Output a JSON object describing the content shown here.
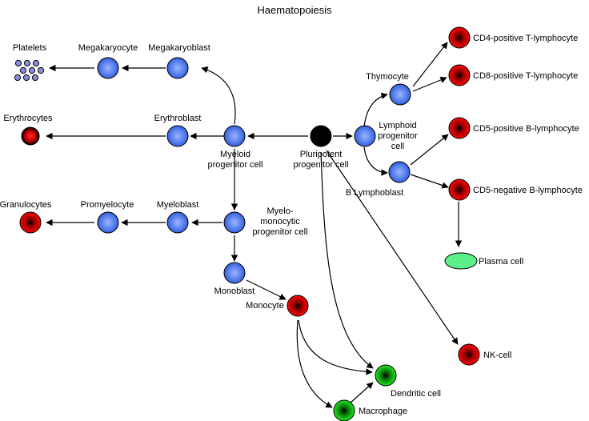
{
  "title": "Haematopoiesis",
  "colors": {
    "blue_cell": "#3a63e0",
    "red_cell": "#e00000",
    "green_cell": "#18c818",
    "stem_cell": "#000000",
    "plasma_cell": "#5cf08a",
    "platelet": "#8a8cd8"
  },
  "nodes": {
    "pluripotent": {
      "label_line1": "Pluripotent",
      "label_line2": "progenitor cell"
    },
    "myeloid": {
      "label_line1": "Myeloid",
      "label_line2": "progenitor cell"
    },
    "lymphoid": {
      "label_line1": "Lymphoid",
      "label_line2": "progenitor",
      "label_line3": "cell"
    },
    "megakaryoblast": {
      "label": "Megakaryoblast"
    },
    "megakaryocyte": {
      "label": "Megakaryocyte"
    },
    "platelets": {
      "label": "Platelets"
    },
    "erythroblast": {
      "label": "Erythroblast"
    },
    "erythrocytes": {
      "label": "Erythrocytes"
    },
    "myelomonocytic": {
      "label_line1": "Myelo-",
      "label_line2": "monocytic",
      "label_line3": "progenitor cell"
    },
    "myeloblast": {
      "label": "Myeloblast"
    },
    "promyelocyte": {
      "label": "Promyelocyte"
    },
    "granulocytes": {
      "label": "Granulocytes"
    },
    "monoblast": {
      "label": "Monoblast"
    },
    "monocyte": {
      "label": "Monocyte"
    },
    "macrophage": {
      "label": "Macrophage"
    },
    "dendritic": {
      "label": "Dendritic cell"
    },
    "thymocyte": {
      "label": "Thymocyte"
    },
    "cd4": {
      "label": "CD4-positive T-lymphocyte"
    },
    "cd8": {
      "label": "CD8-positive T-lymphocyte"
    },
    "b_lymphoblast": {
      "label": "B Lymphoblast"
    },
    "cd5_pos": {
      "label": "CD5-positive B-lymphocyte"
    },
    "cd5_neg": {
      "label": "CD5-negative B-lymphocyte"
    },
    "plasma": {
      "label": "Plasma cell"
    },
    "nk": {
      "label": "NK-cell"
    }
  }
}
